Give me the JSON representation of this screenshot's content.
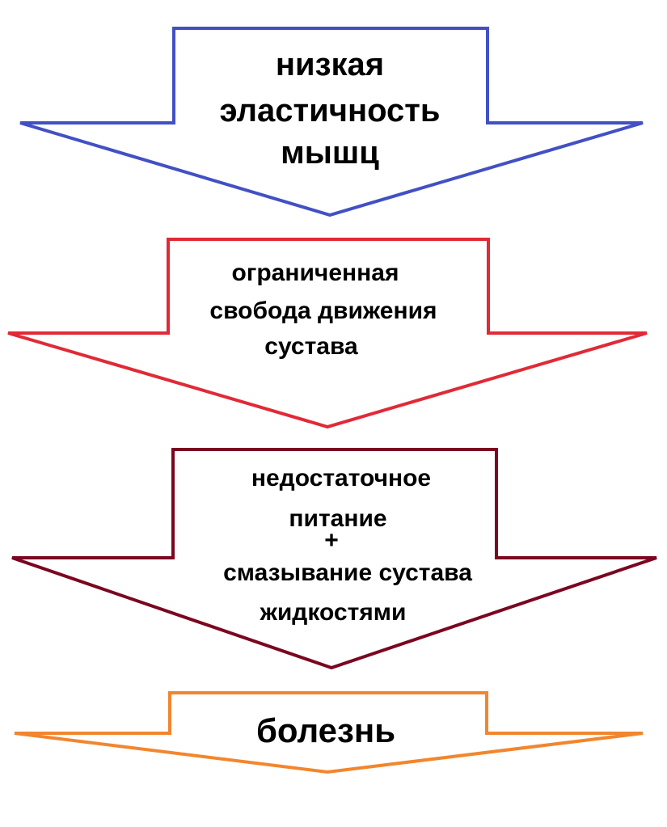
{
  "diagram": {
    "arrows": [
      {
        "lines": [
          "низкая",
          "эластичность",
          "мышц"
        ],
        "color": "#4250c4"
      },
      {
        "lines": [
          "ограниченная",
          "свобода движения",
          "сустава"
        ],
        "color": "#e02a36"
      },
      {
        "lines": [
          "недостаточное",
          "питание",
          "+",
          "смазывание сустава",
          "жидкостями"
        ],
        "color": "#7a0620"
      },
      {
        "lines": [
          "болезнь"
        ],
        "color": "#f2862e"
      }
    ]
  }
}
